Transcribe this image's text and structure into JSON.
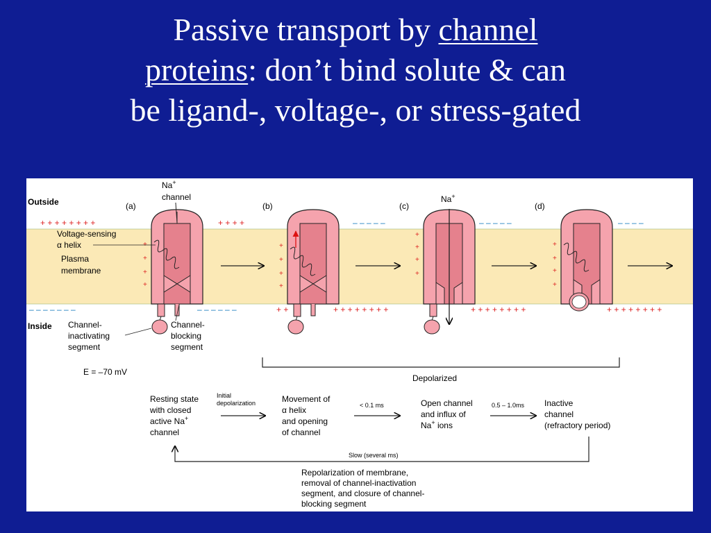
{
  "title": {
    "line1_prefix": "Passive transport by ",
    "line1_underlined": "channel",
    "line2_underlined": "proteins",
    "line2_suffix": ": don’t bind solute & can",
    "line3": "be ligand-, voltage-, or stress-gated"
  },
  "figure": {
    "outside_label": "Outside",
    "inside_label": "Inside",
    "panel_a": "(a)",
    "panel_b": "(b)",
    "panel_c": "(c)",
    "panel_d": "(d)",
    "na_channel_1": "Na",
    "na_channel_sup": "+",
    "na_channel_2": "channel",
    "na_ion": "Na",
    "na_ion_sup": "+",
    "voltage_sensing_1": "Voltage-sensing",
    "voltage_sensing_2": "α helix",
    "plasma_membrane_1": "Plasma",
    "plasma_membrane_2": "membrane",
    "inactivating_1": "Channel-",
    "inactivating_2": "inactivating",
    "inactivating_3": "segment",
    "blocking_1": "Channel-",
    "blocking_2": "blocking",
    "blocking_3": "segment",
    "resting_potential": "E = –70 mV",
    "depolarized": "Depolarized",
    "plus_row_8": "+ + + + + + + +",
    "plus_row_4": "+ + + +",
    "plus_row_2": "+ +",
    "minus_row_4": "– – – –",
    "minus_row_5": "– – – – –",
    "minus_row_6": "– – – – – –",
    "minus_row_7": "– – – – – – –",
    "plus_sign": "+"
  },
  "flow": {
    "resting": [
      "Resting state",
      "with closed",
      "active Na",
      "channel"
    ],
    "resting_sup": "+",
    "initial_1": "Initial",
    "initial_2": "depolarization",
    "movement": [
      "Movement of",
      "α helix",
      "and opening",
      "of channel"
    ],
    "lt01": "< 0.1 ms",
    "open": [
      "Open channel",
      "and influx of",
      "Na",
      " ions"
    ],
    "open_sup": "+",
    "timing": "0.5 – 1.0ms",
    "inactive": [
      "Inactive",
      "channel",
      "(refractory period)"
    ],
    "slow": "Slow (several ms)",
    "repolarization": [
      "Repolarization of membrane,",
      "removal of channel-inactivation",
      "segment, and closure of channel-",
      "blocking segment"
    ]
  }
}
